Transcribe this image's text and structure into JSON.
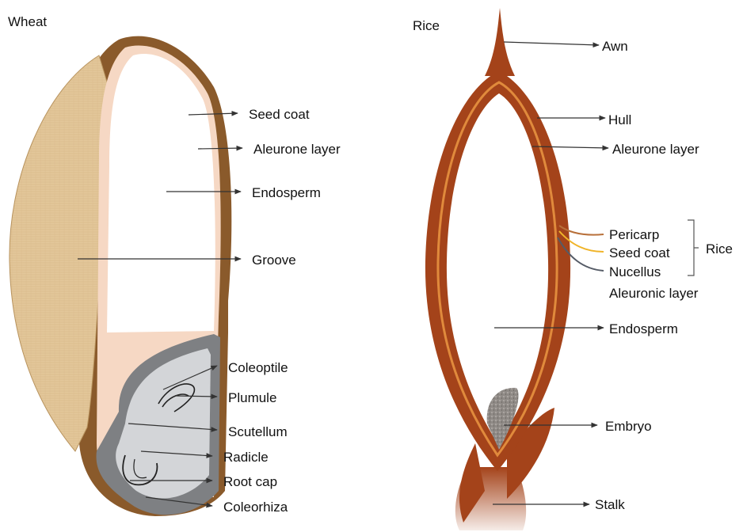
{
  "wheat": {
    "title": "Wheat",
    "labels": {
      "seed_coat": "Seed coat",
      "aleurone_layer": "Aleurone layer",
      "endosperm": "Endosperm",
      "groove": "Groove",
      "coleoptile": "Coleoptile",
      "plumule": "Plumule",
      "scutellum": "Scutellum",
      "radicle": "Radicle",
      "root_cap": "Root cap",
      "coleorhiza": "Coleorhiza"
    }
  },
  "rice": {
    "title": "Rice",
    "labels": {
      "awn": "Awn",
      "hull": "Hull",
      "aleurone_layer": "Aleurone layer",
      "pericarp": "Pericarp",
      "seed_coat": "Seed coat",
      "nucellus": "Nucellus",
      "aleuronic_layer": "Aleuronic layer",
      "bracket_label": "Rice",
      "endosperm": "Endosperm",
      "embryo": "Embryo",
      "stalk": "Stalk"
    }
  },
  "colors": {
    "hull_brown": "#a4431a",
    "seed_coat_brown": "#8a5a2b",
    "bran_tan": "#e3c79a",
    "aleurone_peach": "#f6d8c4",
    "embryo_gray": "#8c8e91",
    "embryo_light": "#d3d5d8",
    "pericarp_line": "#b8703a",
    "seed_coat_line": "#f0b429",
    "nucellus_line": "#555b66"
  }
}
